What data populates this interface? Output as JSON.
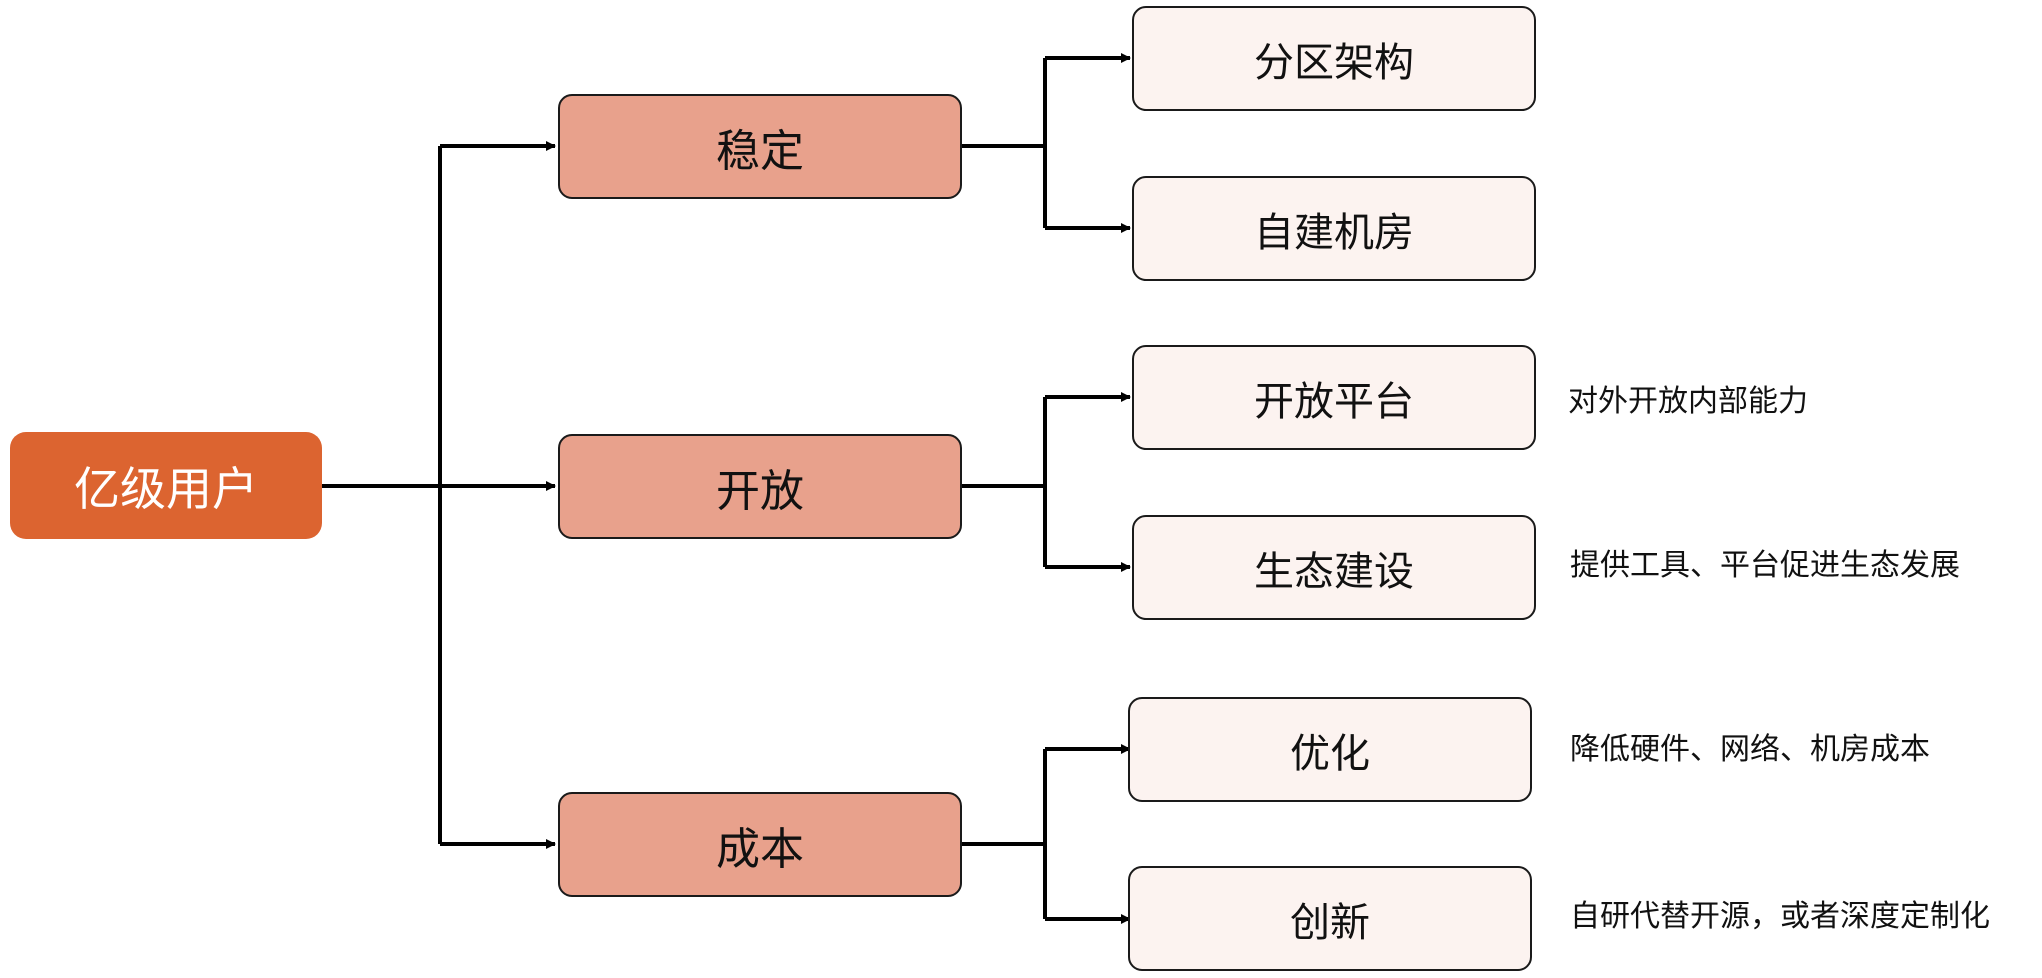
{
  "root": {
    "label": "亿级用户"
  },
  "branches": [
    {
      "label": "稳定",
      "children": [
        {
          "label": "分区架构",
          "note": ""
        },
        {
          "label": "自建机房",
          "note": ""
        }
      ]
    },
    {
      "label": "开放",
      "children": [
        {
          "label": "开放平台",
          "note": "对外开放内部能力"
        },
        {
          "label": "生态建设",
          "note": "提供工具、平台促进生态发展"
        }
      ]
    },
    {
      "label": "成本",
      "children": [
        {
          "label": "优化",
          "note": "降低硬件、网络、机房成本"
        },
        {
          "label": "创新",
          "note": "自研代替开源，或者深度定制化"
        }
      ]
    }
  ],
  "colors": {
    "root_fill": "#DC6430",
    "branch_fill": "#E8A18C",
    "leaf_fill": "#FCF3F0",
    "line": "#000000"
  }
}
